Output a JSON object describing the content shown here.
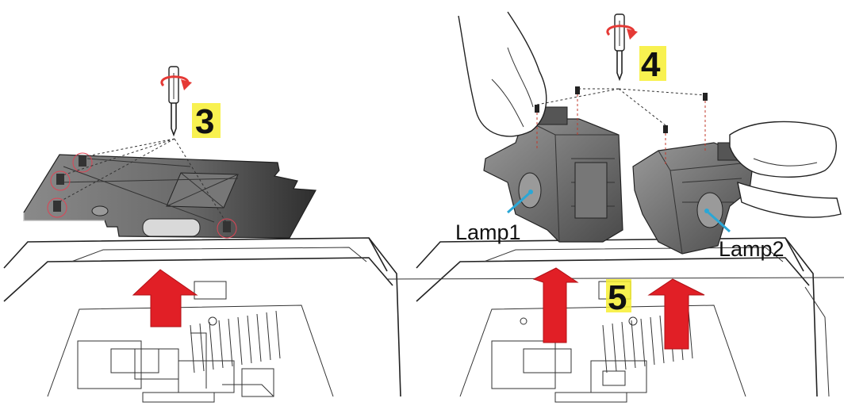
{
  "steps": [
    {
      "number": "3"
    },
    {
      "number": "4"
    },
    {
      "number": "5"
    }
  ],
  "callouts": {
    "lamp1": "Lamp1",
    "lamp2": "Lamp2"
  },
  "colors": {
    "arrow_red": "#e11f26",
    "highlight_yellow": "#f7ee31",
    "rotation_red": "#e53935",
    "callout_blue": "#2aa7d6",
    "plate_gray": "#6f6f6f"
  },
  "icons": [
    "screwdriver-icon",
    "rotation-arrow-icon",
    "up-arrow-icon",
    "screw-icon",
    "hand-icon"
  ]
}
